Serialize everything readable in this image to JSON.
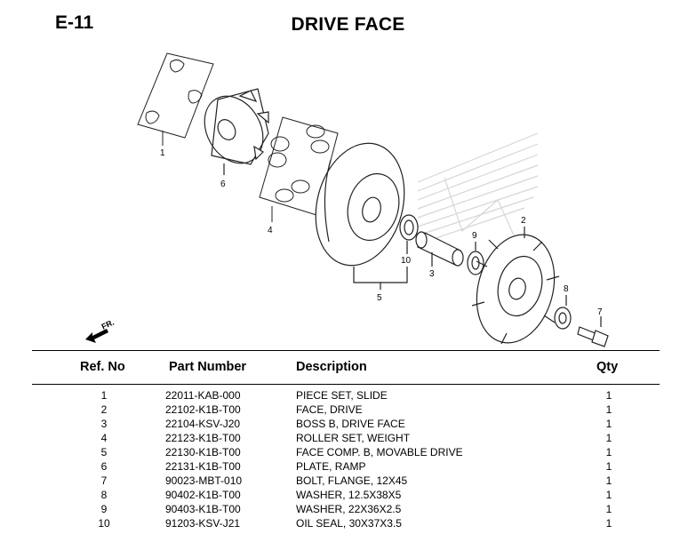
{
  "page": {
    "code": "E-11",
    "title": "DRIVE FACE"
  },
  "diagram": {
    "direction_label": "FR.",
    "callouts": [
      "1",
      "2",
      "3",
      "4",
      "5",
      "6",
      "7",
      "8",
      "9",
      "10"
    ]
  },
  "table": {
    "headers": {
      "ref": "Ref. No",
      "part": "Part Number",
      "desc": "Description",
      "qty": "Qty"
    },
    "rows": [
      {
        "ref": "1",
        "part": "22011-KAB-000",
        "desc": "PIECE SET, SLIDE",
        "qty": "1"
      },
      {
        "ref": "2",
        "part": "22102-K1B-T00",
        "desc": "FACE, DRIVE",
        "qty": "1"
      },
      {
        "ref": "3",
        "part": "22104-KSV-J20",
        "desc": "BOSS B, DRIVE FACE",
        "qty": "1"
      },
      {
        "ref": "4",
        "part": "22123-K1B-T00",
        "desc": "ROLLER SET, WEIGHT",
        "qty": "1"
      },
      {
        "ref": "5",
        "part": "22130-K1B-T00",
        "desc": "FACE COMP. B, MOVABLE DRIVE",
        "qty": "1"
      },
      {
        "ref": "6",
        "part": "22131-K1B-T00",
        "desc": "PLATE, RAMP",
        "qty": "1"
      },
      {
        "ref": "7",
        "part": "90023-MBT-010",
        "desc": "BOLT, FLANGE, 12X45",
        "qty": "1"
      },
      {
        "ref": "8",
        "part": "90402-K1B-T00",
        "desc": "WASHER, 12.5X38X5",
        "qty": "1"
      },
      {
        "ref": "9",
        "part": "90403-K1B-T00",
        "desc": "WASHER, 22X36X2.5",
        "qty": "1"
      },
      {
        "ref": "10",
        "part": "91203-KSV-J21",
        "desc": "OIL SEAL, 30X37X3.5",
        "qty": "1"
      }
    ]
  }
}
